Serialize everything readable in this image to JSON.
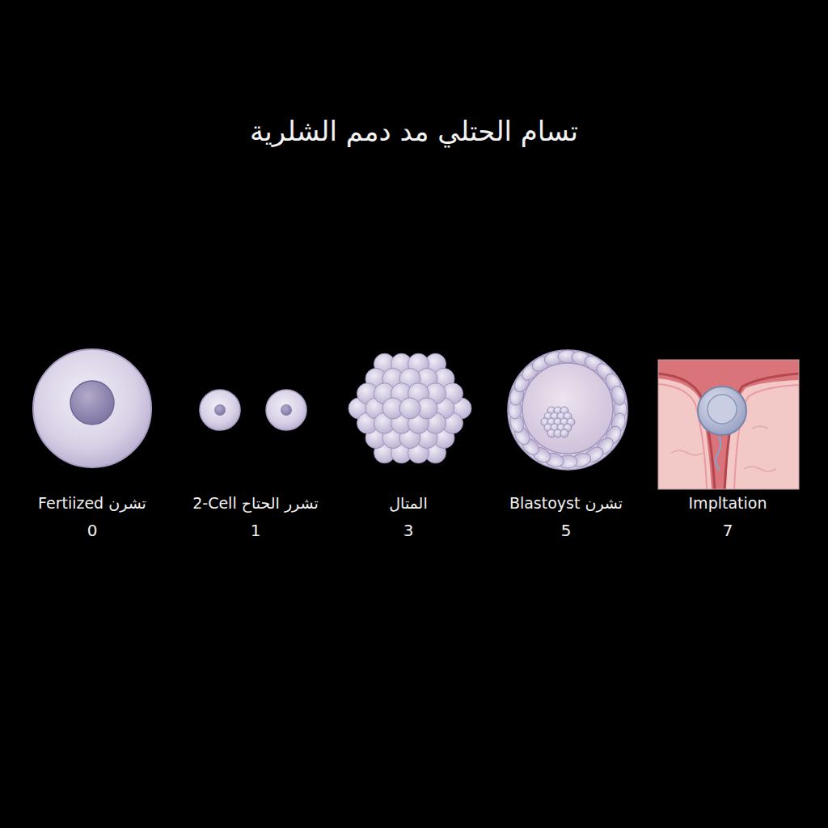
{
  "diagram": {
    "title": "تسام الحتلي مد دمم الشلرية",
    "nodes": [
      {
        "text": [
          "Fertiized تشرن",
          "0"
        ]
      },
      {
        "text": [
          "2-Cell تشرر الحتاح",
          "1"
        ]
      },
      {
        "text": [
          "المتال",
          "3"
        ]
      },
      {
        "text": [
          "Blastoyst تشرن",
          "5"
        ]
      },
      {
        "text": [
          "Impltation",
          "7"
        ]
      }
    ]
  }
}
